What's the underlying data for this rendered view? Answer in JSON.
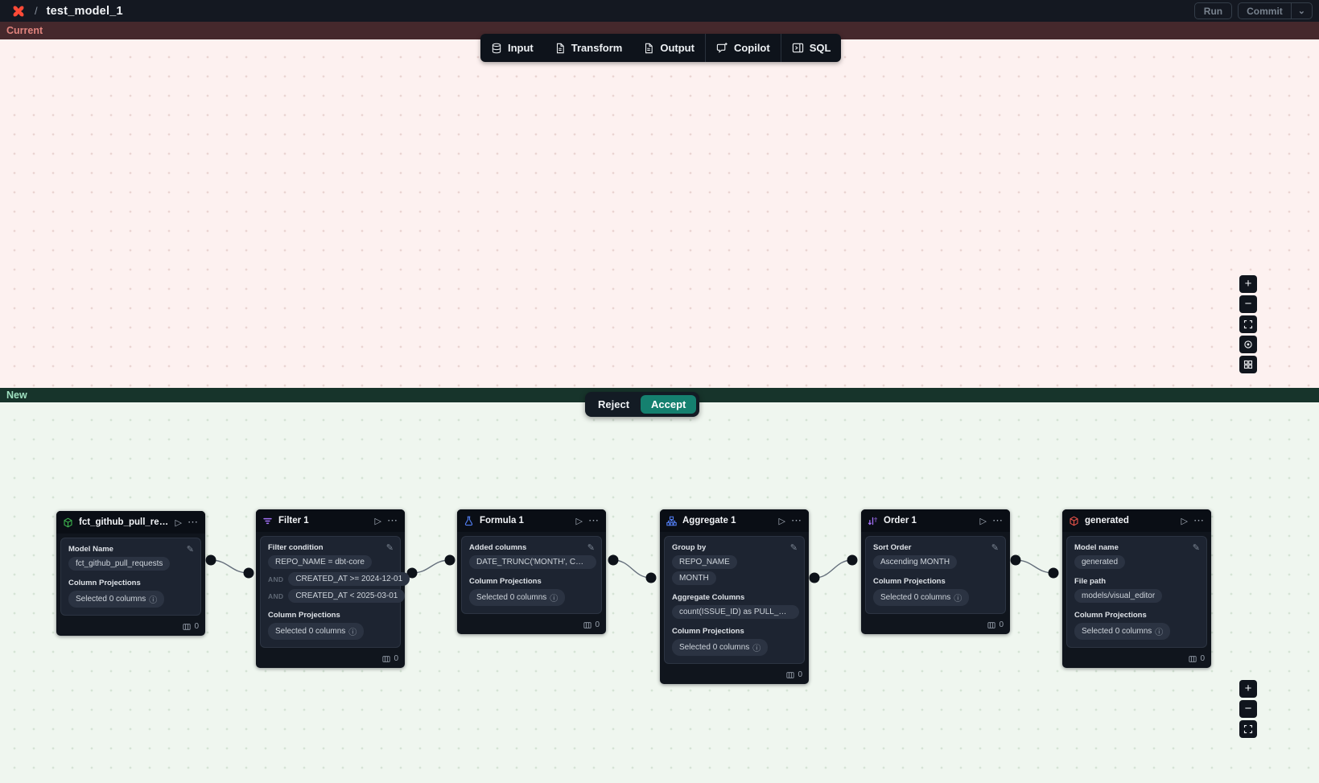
{
  "icons": {
    "slash": "/",
    "play": "▷",
    "ellipsis": "⋯",
    "pencil": "✎",
    "info": "ⓘ",
    "chevron_down": "⌄",
    "plus": "+",
    "minus": "−"
  },
  "header": {
    "title": "test_model_1",
    "run_label": "Run",
    "commit_label": "Commit"
  },
  "toolbar": {
    "input_label": "Input",
    "transform_label": "Transform",
    "output_label": "Output",
    "copilot_label": "Copilot",
    "sql_label": "SQL"
  },
  "current_section": {
    "label": "Current"
  },
  "new_section": {
    "label": "New",
    "reject_label": "Reject",
    "accept_label": "Accept"
  },
  "colors": {
    "accent_teal": "#15806f",
    "current_bar_bg": "#45282c",
    "current_bar_text": "#e0837d",
    "new_bar_bg": "#17342b",
    "new_bar_text": "#9fe0c0",
    "current_canvas_bg": "#fdf1f0",
    "new_canvas_bg": "#eff6ef",
    "node_green": "#3fb950",
    "node_purple": "#a371f7",
    "node_blue": "#527ef2",
    "node_red": "#f0554b"
  },
  "nodes": [
    {
      "title": "fct_github_pull_requests",
      "icon": "package-icon",
      "footer_count": "0",
      "fields": [
        {
          "label": "Model Name",
          "chips": [
            "fct_github_pull_requests"
          ]
        },
        {
          "label": "Column Projections",
          "chips": [
            "Selected 0 columns"
          ]
        }
      ]
    },
    {
      "title": "Filter 1",
      "icon": "filter-icon",
      "and_label": "AND",
      "footer_count": "0",
      "fields": [
        {
          "label": "Filter condition",
          "chips": [
            "REPO_NAME = dbt-core",
            "CREATED_AT >= 2024-12-01",
            "CREATED_AT < 2025-03-01"
          ]
        },
        {
          "label": "Column Projections",
          "chips": [
            "Selected 0 columns"
          ]
        }
      ]
    },
    {
      "title": "Formula 1",
      "icon": "flask-icon",
      "footer_count": "0",
      "fields": [
        {
          "label": "Added columns",
          "chips": [
            "DATE_TRUNC('MONTH', CREATED_AT…"
          ]
        },
        {
          "label": "Column Projections",
          "chips": [
            "Selected 0 columns"
          ]
        }
      ]
    },
    {
      "title": "Aggregate 1",
      "icon": "sitemap-icon",
      "footer_count": "0",
      "fields": [
        {
          "label": "Group by",
          "chips": [
            "REPO_NAME",
            "MONTH"
          ]
        },
        {
          "label": "Aggregate Columns",
          "chips": [
            "count(ISSUE_ID) as PULL_REQUEST_…"
          ]
        },
        {
          "label": "Column Projections",
          "chips": [
            "Selected 0 columns"
          ]
        }
      ]
    },
    {
      "title": "Order 1",
      "icon": "sort-icon",
      "footer_count": "0",
      "fields": [
        {
          "label": "Sort Order",
          "chips": [
            "Ascending MONTH"
          ]
        },
        {
          "label": "Column Projections",
          "chips": [
            "Selected 0 columns"
          ]
        }
      ]
    },
    {
      "title": "generated",
      "icon": "cube-icon",
      "footer_count": "0",
      "fields": [
        {
          "label": "Model name",
          "chips": [
            "generated"
          ]
        },
        {
          "label": "File path",
          "chips": [
            "models/visual_editor"
          ]
        },
        {
          "label": "Column Projections",
          "chips": [
            "Selected 0 columns"
          ]
        }
      ]
    }
  ]
}
